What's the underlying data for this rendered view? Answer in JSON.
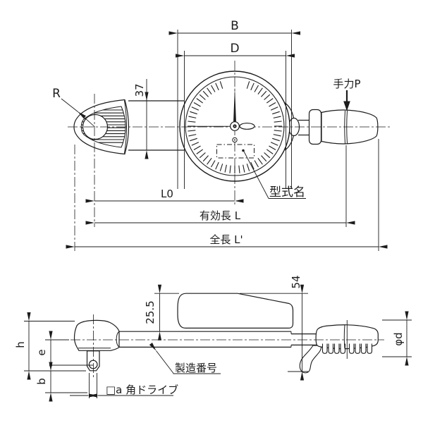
{
  "drawing": {
    "type": "dial-torque-wrench-dimensional-drawing",
    "colors": {
      "line": "#1c1c1c",
      "background": "#ffffff"
    },
    "top_view": {
      "dim_b_label": "B",
      "dim_d_label": "D",
      "dim_37_label": "37",
      "radius_label": "R",
      "hand_force_label": "手力P",
      "model_name_label": "型式名",
      "dim_l0_label": "L0",
      "effective_length_label": "有効長 L",
      "overall_length_label": "全長 L'"
    },
    "side_view": {
      "dim_54_label": "54",
      "dim_25_5_label": "25.5",
      "dim_h_label": "h",
      "dim_e_label": "e",
      "dim_b_label": "b",
      "dim_phi_d_label": "φd",
      "serial_number_label": "製造番号",
      "square_drive_label": "□a 角ドライブ"
    }
  }
}
